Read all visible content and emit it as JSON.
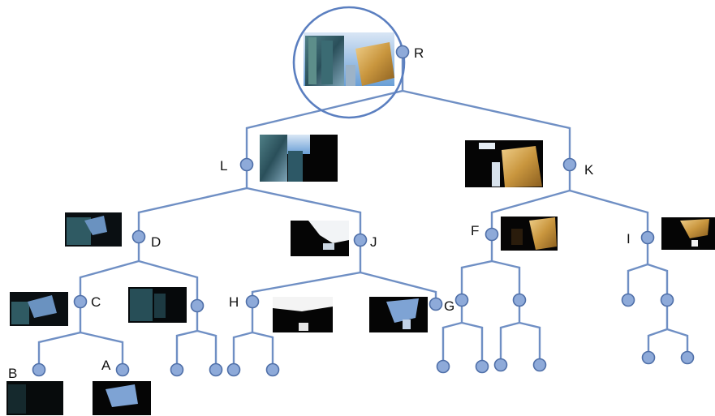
{
  "colors": {
    "edge": "#6f8fc4",
    "node_fill": "#8eaad9",
    "node_stroke": "#4f6fa8",
    "highlight_circle": "#5b7fc0",
    "label": "#111111"
  },
  "nodes": [
    {
      "id": "R",
      "label": "R",
      "image": "sky-buildings-blue-and-gold"
    },
    {
      "id": "L",
      "label": "L",
      "image": "blue-glass-building-dark"
    },
    {
      "id": "K",
      "label": "K",
      "image": "gold-building-dark"
    },
    {
      "id": "D",
      "label": "D",
      "image": "dark-teal-region"
    },
    {
      "id": "J",
      "label": "J",
      "image": "white-sky-patch-dark"
    },
    {
      "id": "F",
      "label": "F",
      "image": "gold-patch-dark"
    },
    {
      "id": "I",
      "label": "I",
      "image": "small-gold-patch-dark"
    },
    {
      "id": "C",
      "label": "C",
      "image": "teal-region-dark"
    },
    {
      "id": "D2",
      "label": "",
      "image": "dark-teal-blocks"
    },
    {
      "id": "H",
      "label": "H",
      "image": "white-band-dark"
    },
    {
      "id": "G",
      "label": "G",
      "image": "light-blue-patch-dark"
    },
    {
      "id": "B",
      "label": "B",
      "image": "very-dark-region"
    },
    {
      "id": "A",
      "label": "A",
      "image": "blue-patch-dark"
    }
  ]
}
